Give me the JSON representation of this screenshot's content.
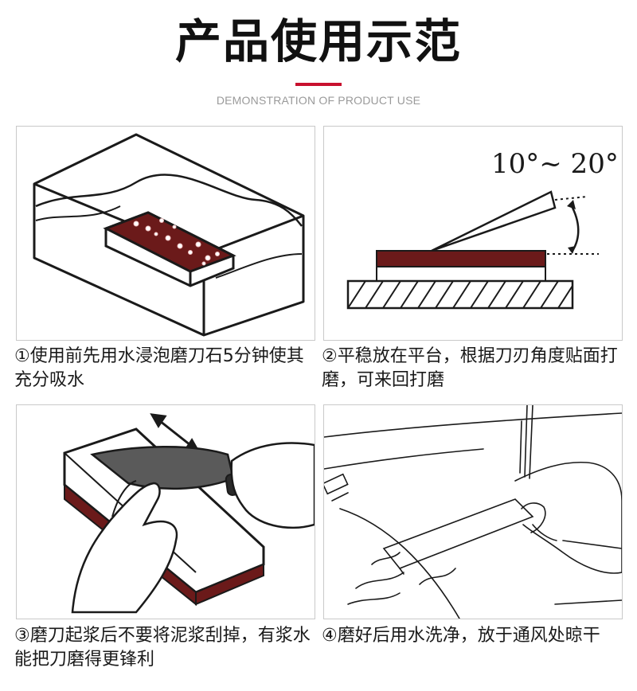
{
  "header": {
    "title": "产品使用示范",
    "subtitle": "DEMONSTRATION OF PRODUCT USE",
    "accent_color": "#c8102e"
  },
  "steps": [
    {
      "caption": "①使用前先用水浸泡磨刀石5分钟使其充分吸水",
      "illustration": "stone-soaking-in-water-tank"
    },
    {
      "caption": "②平稳放在平台，根据刀刃角度贴面打磨，可来回打磨",
      "illustration": "blade-angle-on-stone",
      "angle_label": "10°~ 20°"
    },
    {
      "caption": "③磨刀起浆后不要将泥浆刮掉，有浆水能把刀磨得更锋利",
      "illustration": "hands-sharpening-knife"
    },
    {
      "caption": "④磨好后用水洗净，放于通风处晾干",
      "illustration": "rinsing-stone-under-tap"
    }
  ],
  "colors": {
    "stone_dark": "#6b1a1a",
    "stone_light": "#ffffff",
    "line": "#1a1a1a"
  }
}
